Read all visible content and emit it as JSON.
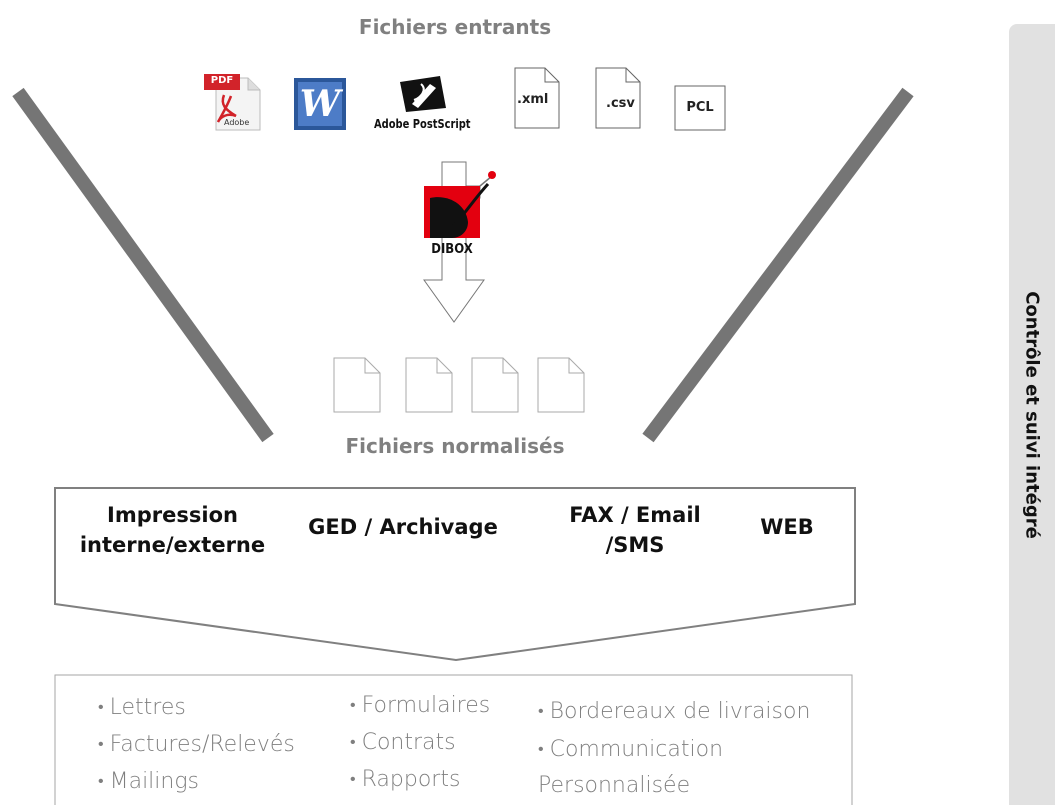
{
  "headings": {
    "incoming": "Fichiers entrants",
    "normalized": "Fichiers normalisés"
  },
  "incoming_files": {
    "pdf": {
      "badge": "PDF",
      "caption": "Adobe",
      "icon": "pdf-icon"
    },
    "word": {
      "glyph": "W",
      "icon": "word-icon"
    },
    "postscript": {
      "caption": "Adobe PostScript",
      "icon": "postscript-icon"
    },
    "xml": {
      "label": ".xml",
      "icon": "file-icon"
    },
    "csv": {
      "label": ".csv",
      "icon": "file-icon"
    },
    "pcl": {
      "label": "PCL",
      "icon": "file-icon"
    }
  },
  "processor": {
    "name": "DIBOX",
    "icon": "dibox-logo"
  },
  "channels": {
    "print": "Impression\ninterne/externe",
    "ged": "GED / Archivage",
    "fax": "FAX / Email\n/SMS",
    "web": "WEB"
  },
  "outputs": {
    "col1": [
      "Lettres",
      "Factures/Relevés",
      "Mailings"
    ],
    "col2": [
      "Formulaires",
      "Contrats",
      "Rapports"
    ],
    "col3": [
      "Bordereaux de livraison",
      "Communication\nPersonnalisée"
    ]
  },
  "side_panel": {
    "title": "Contrôle et suivi intégré"
  },
  "colors": {
    "heading": "#808080",
    "funnel_bar": "#757575",
    "outline": "#808080",
    "panel": "#e1e1e1",
    "pdf_red": "#d2232a",
    "word_blue": "#2b579a",
    "dibox_red": "#e3000f"
  }
}
